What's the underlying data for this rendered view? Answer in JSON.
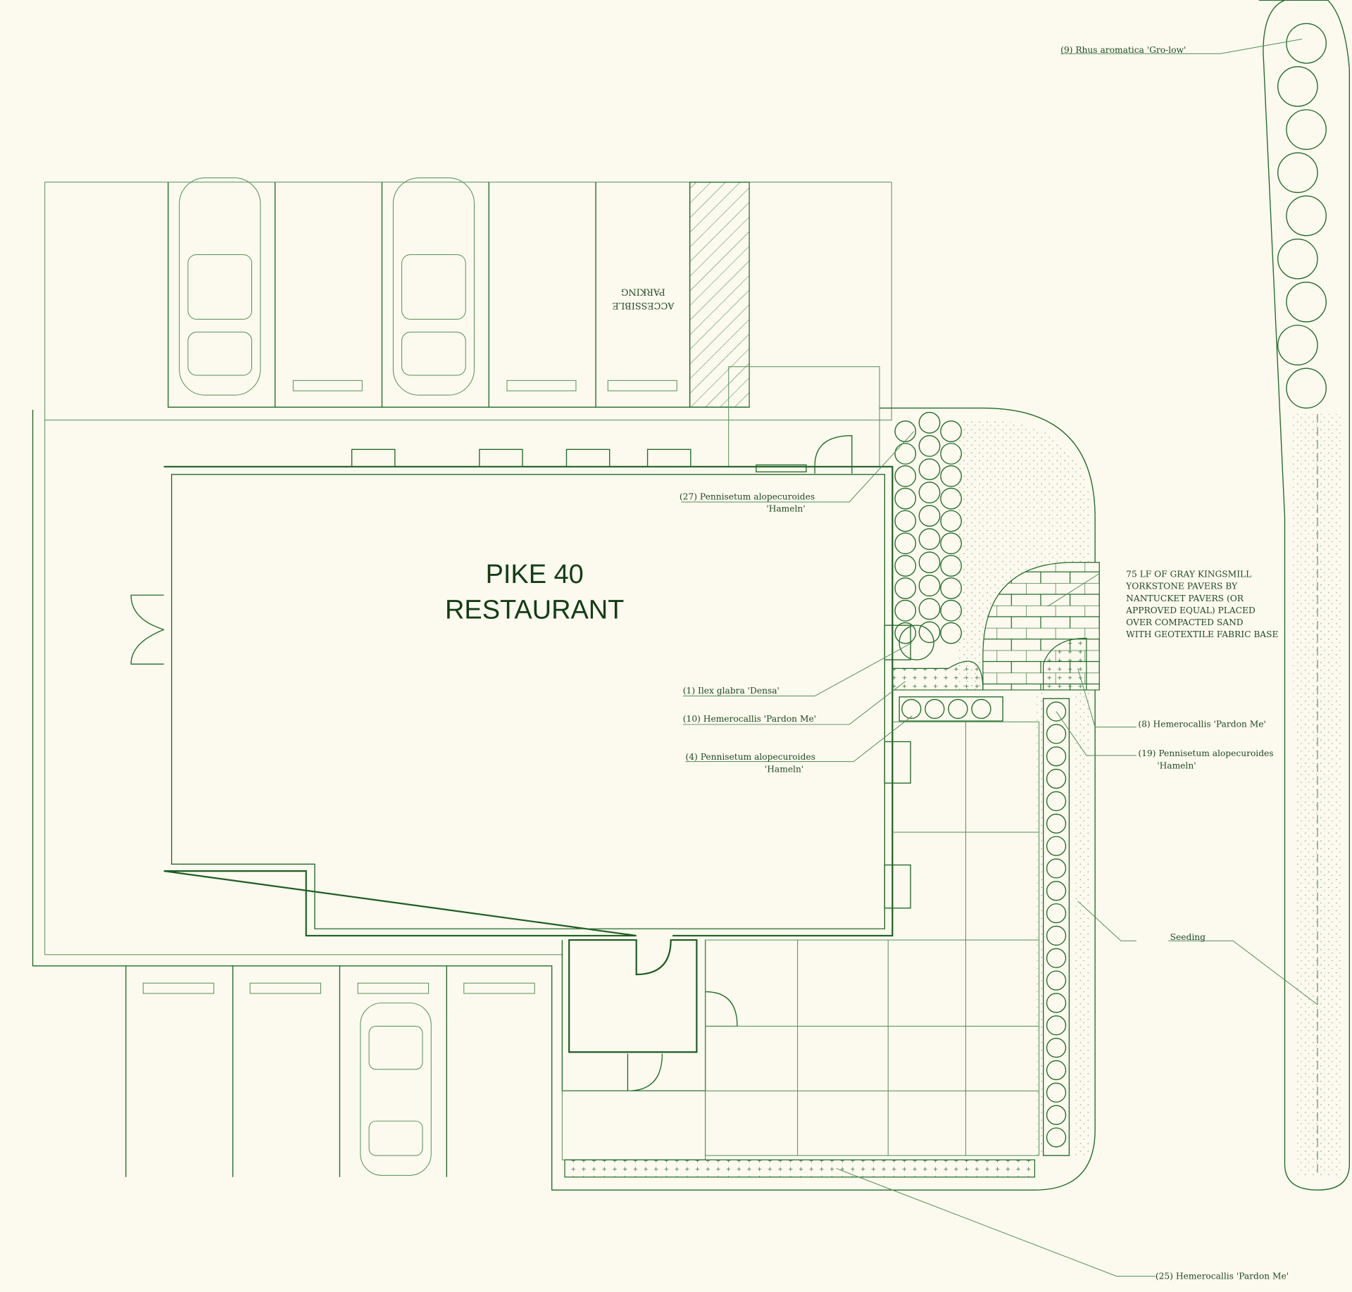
{
  "building": {
    "title_line1": "PIKE 40",
    "title_line2": "RESTAURANT"
  },
  "parking": {
    "accessible_line1": "ACCESSIBLE",
    "accessible_line2": "PARKING"
  },
  "callouts": {
    "rhus": "(9) Rhus aromatica 'Gro-low'",
    "pennisetum27_a": "(27) Pennisetum alopecuroides",
    "pennisetum27_b": "'Hameln'",
    "ilex": "(1) Ilex glabra 'Densa'",
    "hemero10": "(10) Hemerocallis 'Pardon Me'",
    "pennisetum4_a": "(4) Pennisetum alopecuroides",
    "pennisetum4_b": "'Hameln'",
    "hemero8": "(8) Hemerocallis 'Pardon Me'",
    "pennisetum19_a": "(19) Pennisetum alopecuroides",
    "pennisetum19_b": "'Hameln'",
    "seeding": "Seeding",
    "hemero25": "(25) Hemerocallis 'Pardon Me'",
    "pavers": [
      "75 LF OF GRAY KINGSMILL",
      "YORKSTONE PAVERS BY",
      "NANTUCKET PAVERS (OR",
      "APPROVED EQUAL) PLACED",
      "OVER COMPACTED SAND",
      "WITH GEOTEXTILE FABRIC BASE"
    ]
  },
  "colors": {
    "line": "#1f6b28",
    "background": "#fcf9ee",
    "text": "#1f4a22"
  }
}
